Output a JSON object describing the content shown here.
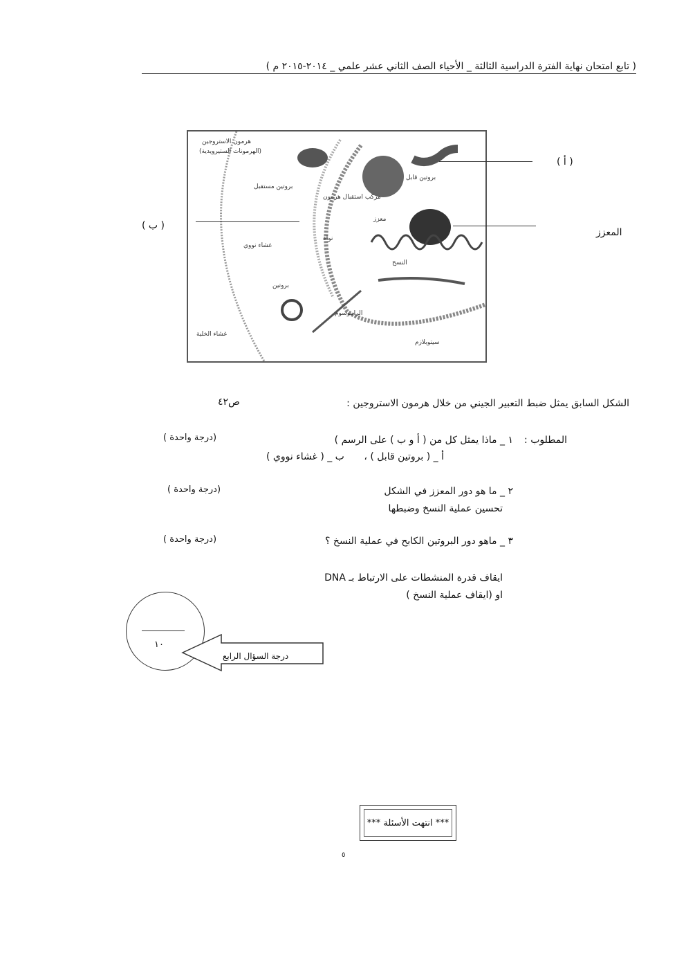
{
  "header": {
    "text": "( تابع   امتحان نهاية الفترة الدراسية الثالثة _ الأحياء الصف الثاني عشر علمي  _ ٢٠١٤-٢٠١٥ م )"
  },
  "diagram": {
    "labels": {
      "hormone": "هرمون الاستروجين",
      "hormone_sub": "(الهرمونات الستيرويدية)",
      "receptor": "بروتين مستقبل",
      "complex": "مركب استقبال هرمون",
      "nucleus": "نواة",
      "nuclear_membrane": "غشاء نووي",
      "enhancer": "معزز",
      "transcription": "النسخ",
      "protein": "بروتين",
      "ribosome": "الرايبوسوم",
      "cell_membrane": "غشاء الخلية",
      "cytoplasm": "سيتوبلازم",
      "activator": "بروتين قابل"
    },
    "callouts": {
      "a": "( أ )",
      "b": "( ب )",
      "enhancer": "المعزز"
    }
  },
  "question": {
    "intro": "الشكل السابق يمثل ضبط التعبير الجيني من خلال هرمون الاستروجين :",
    "page_ref": "ص٤٢",
    "required_label": "المطلوب :",
    "q1": "١ _ ماذا يمثل كل من ( أ و ب ) على الرسم )",
    "q1_grade": "(درجة واحدة )",
    "q1_answer_a": "أ _ ( بروتين قابل ) ،",
    "q1_answer_b": "ب _ ( غشاء نووي )",
    "q2": "٢ _ ما هو دور المعزز في الشكل",
    "q2_grade": "(درجة واحدة )",
    "q2_answer": "تحسين عملية النسخ وضبطها",
    "q3": "٣ _ ماهو دور البروتين الكابح في عملية النسخ ؟",
    "q3_grade": "(درجة واحدة )",
    "q3_answer_1": "ايقاف قدرة المنشطات على الارتباط بـ DNA",
    "q3_answer_2": "او  (ايقاف عملية النسخ )"
  },
  "score": {
    "value": "١٠",
    "arrow_label": "درجة السؤال الرابع"
  },
  "footer": {
    "end_text": "*** انتهت الأسئلة ***",
    "page_number": "٥"
  }
}
